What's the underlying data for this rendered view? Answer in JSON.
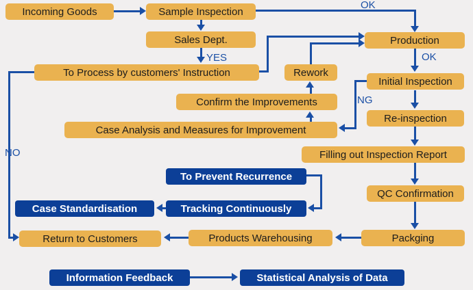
{
  "diagram": {
    "type": "flowchart",
    "background_color": "#f1efef",
    "process_box_color": "#eab250",
    "result_box_color": "#0c3f97",
    "arrow_color": "#1a4fa5"
  },
  "nodes": {
    "incoming_goods": {
      "label": "Incoming Goods",
      "style": "gold"
    },
    "sample_inspection": {
      "label": "Sample Inspection",
      "style": "gold"
    },
    "sales_dept": {
      "label": "Sales Dept.",
      "style": "gold"
    },
    "to_process": {
      "label": "To Process by customers' Instruction",
      "style": "gold"
    },
    "rework": {
      "label": "Rework",
      "style": "gold"
    },
    "confirm_improvements": {
      "label": "Confirm the Improvements",
      "style": "gold"
    },
    "case_analysis": {
      "label": "Case Analysis and Measures for Improvement",
      "style": "gold"
    },
    "production": {
      "label": "Production",
      "style": "gold"
    },
    "initial_inspection": {
      "label": "Initial Inspection",
      "style": "gold"
    },
    "re_inspection": {
      "label": "Re-inspection",
      "style": "gold"
    },
    "filling_report": {
      "label": "Filling out Inspection Report",
      "style": "gold"
    },
    "qc_confirmation": {
      "label": "QC Confirmation",
      "style": "gold"
    },
    "packging": {
      "label": "Packging",
      "style": "gold"
    },
    "products_warehousing": {
      "label": "Products Warehousing",
      "style": "gold"
    },
    "return_to_customers": {
      "label": "Return to Customers",
      "style": "gold"
    },
    "to_prevent_recurrence": {
      "label": "To Prevent Recurrence",
      "style": "navy"
    },
    "tracking_continuously": {
      "label": "Tracking Continuously",
      "style": "navy"
    },
    "case_standardisation": {
      "label": "Case Standardisation",
      "style": "navy"
    },
    "information_feedback": {
      "label": "Information Feedback",
      "style": "navy"
    },
    "statistical_analysis": {
      "label": "Statistical Analysis of Data",
      "style": "navy"
    }
  },
  "edge_labels": {
    "sample_to_production": "OK",
    "sales_to_process": "YES",
    "production_to_initial": "OK",
    "initial_to_case": "NG",
    "process_to_return": "NO"
  },
  "edges": [
    {
      "from": "Incoming Goods",
      "to": "Sample Inspection",
      "label": ""
    },
    {
      "from": "Sample Inspection",
      "to": "Production",
      "label": "OK"
    },
    {
      "from": "Sample Inspection",
      "to": "Sales Dept.",
      "label": ""
    },
    {
      "from": "Sales Dept.",
      "to": "To Process by customers' Instruction",
      "label": "YES"
    },
    {
      "from": "To Process by customers' Instruction",
      "to": "Production",
      "label": ""
    },
    {
      "from": "To Process by customers' Instruction",
      "to": "Return to Customers",
      "label": "NO"
    },
    {
      "from": "Production",
      "to": "Initial Inspection",
      "label": "OK"
    },
    {
      "from": "Initial Inspection",
      "to": "Re-inspection",
      "label": ""
    },
    {
      "from": "Initial Inspection",
      "to": "Case Analysis and Measures for Improvement",
      "label": "NG"
    },
    {
      "from": "Case Analysis and Measures for Improvement",
      "to": "Confirm the Improvements",
      "label": ""
    },
    {
      "from": "Confirm the Improvements",
      "to": "Rework",
      "label": ""
    },
    {
      "from": "Rework",
      "to": "Production",
      "label": ""
    },
    {
      "from": "Re-inspection",
      "to": "Filling out Inspection Report",
      "label": ""
    },
    {
      "from": "Filling out Inspection Report",
      "to": "QC Confirmation",
      "label": ""
    },
    {
      "from": "QC Confirmation",
      "to": "Packging",
      "label": ""
    },
    {
      "from": "Packging",
      "to": "Products Warehousing",
      "label": ""
    },
    {
      "from": "Products Warehousing",
      "to": "Return to Customers",
      "label": ""
    },
    {
      "from": "To Prevent Recurrence",
      "to": "Tracking Continuously",
      "label": ""
    },
    {
      "from": "Tracking Continuously",
      "to": "Case Standardisation",
      "label": ""
    },
    {
      "from": "Information Feedback",
      "to": "Statistical Analysis of Data",
      "label": ""
    }
  ]
}
